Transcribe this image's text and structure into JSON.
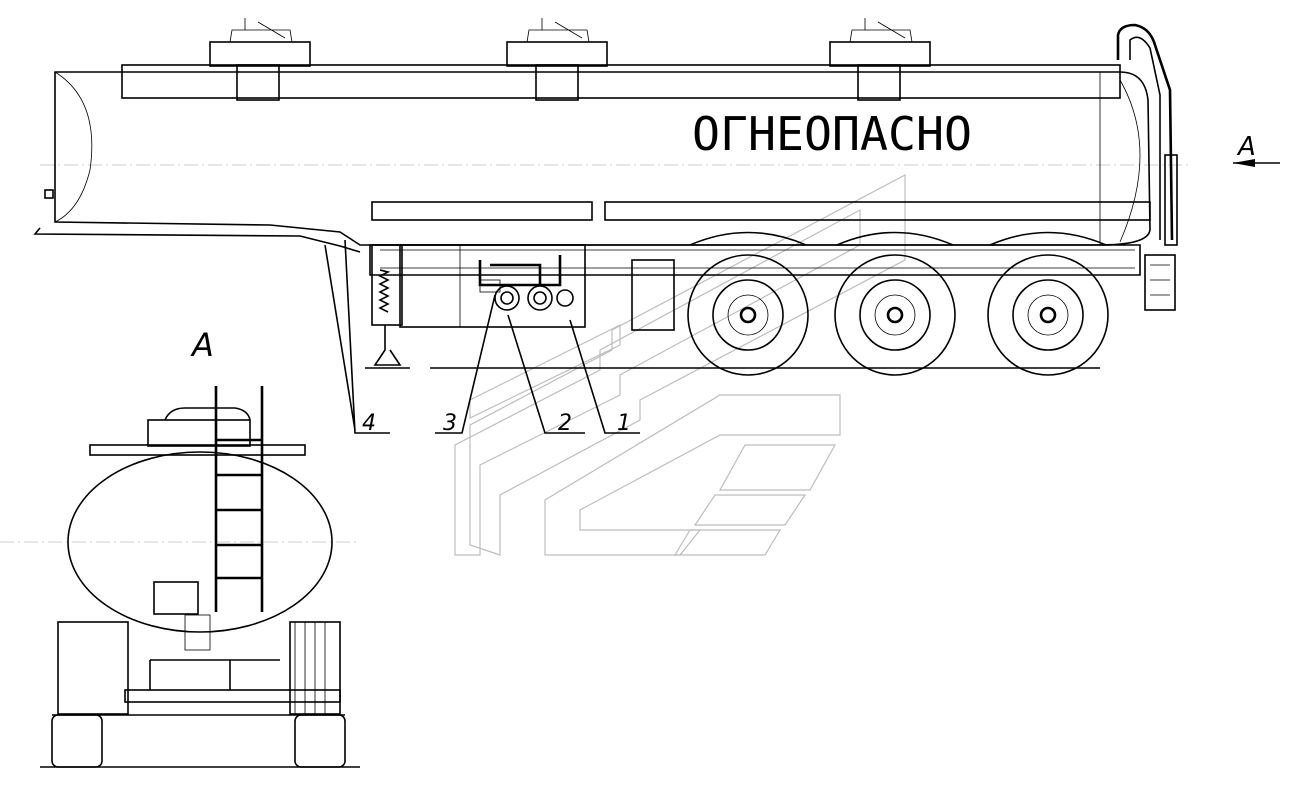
{
  "warning_text": "ОГНЕОПАСНО",
  "view_label": "A",
  "callouts": [
    "1",
    "2",
    "3",
    "4"
  ],
  "colors": {
    "line": "#000000",
    "watermark": "#bdbdbd",
    "background": "#ffffff"
  }
}
